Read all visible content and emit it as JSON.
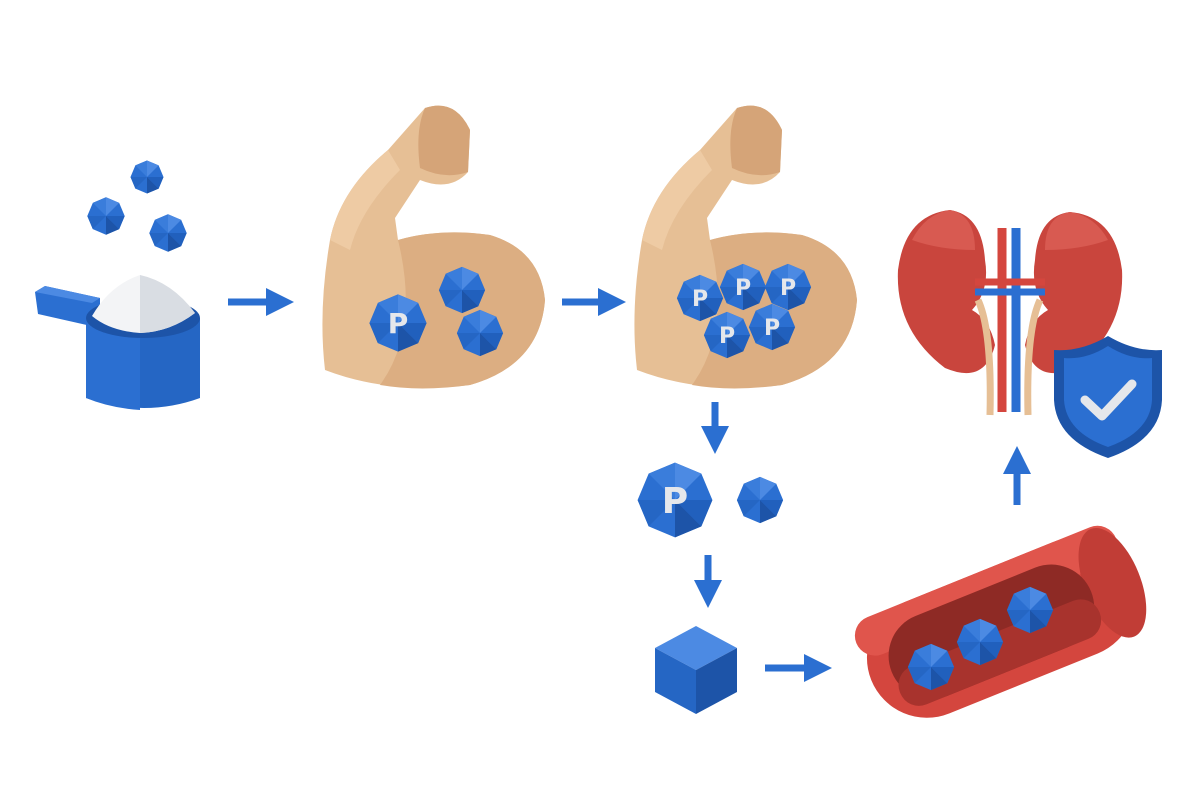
{
  "diagram": {
    "phosphate_letter": "P",
    "colors": {
      "molecule_blue": "#2b6fd1",
      "molecule_dark": "#1d54a8",
      "skin": "#e6bf95",
      "skin_shade": "#cfa17a",
      "vessel_red": "#d4463e",
      "vessel_inner": "#8e2a25",
      "kidney_red": "#c9453d",
      "shield_blue": "#2b6fd1"
    },
    "stages": [
      {
        "id": "creatine-powder",
        "icon": "scoop-with-powder-icon"
      },
      {
        "id": "muscle-uptake",
        "icon": "flexed-arm-icon",
        "phosphate_molecules": 1,
        "plain_molecules": 2
      },
      {
        "id": "phosphocreatine-stores",
        "icon": "flexed-arm-icon",
        "phosphate_molecules": 5,
        "plain_molecules": 0
      },
      {
        "id": "phosphate-release",
        "icon": "molecule-pair-icon"
      },
      {
        "id": "creatinine",
        "icon": "cube-icon"
      },
      {
        "id": "bloodstream",
        "icon": "blood-vessel-icon",
        "plain_molecules": 3
      },
      {
        "id": "kidney-filtration",
        "icon": "kidneys-with-shield-icon"
      }
    ],
    "arrows": [
      "right",
      "right",
      "down",
      "down",
      "right",
      "up"
    ]
  }
}
